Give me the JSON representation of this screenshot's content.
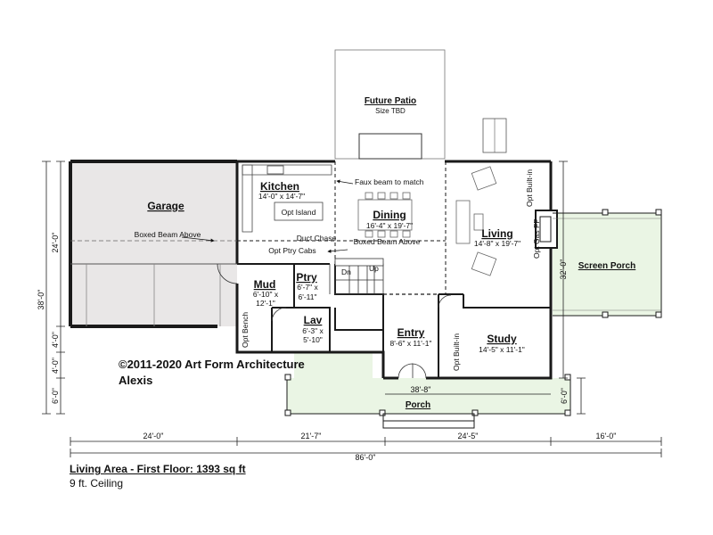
{
  "copyright": "©2011-2020 Art Form Architecture",
  "plan_name": "Alexis",
  "footer": {
    "area_title": "Living Area - First Floor: 1393 sq ft",
    "ceiling": "9 ft. Ceiling"
  },
  "rooms": {
    "garage": "Garage",
    "kitchen": {
      "name": "Kitchen",
      "dims": "14'-0\" x 14'-7\""
    },
    "dining": {
      "name": "Dining",
      "dims": "16'-4\" x 19'-7\""
    },
    "living": {
      "name": "Living",
      "dims": "14'-8\" x 19'-7\""
    },
    "mud": {
      "name": "Mud",
      "dims1": "6'-10\" x",
      "dims2": "12'-1\""
    },
    "pantry": {
      "name": "Ptry",
      "dims1": "6'-7\" x",
      "dims2": "6'-11\""
    },
    "lav": {
      "name": "Lav",
      "dims1": "6'-3\" x",
      "dims2": "5'-10\""
    },
    "entry": {
      "name": "Entry",
      "dims": "8'-6\" x 11'-1\""
    },
    "study": {
      "name": "Study",
      "dims": "14'-5\" x 11'-1\""
    },
    "screen_porch": "Screen Porch",
    "porch": "Porch",
    "future_patio": {
      "name": "Future Patio",
      "note": "Size TBD"
    }
  },
  "notes": {
    "faux_beam": "Faux beam to match",
    "boxed_beam_garage": "Boxed Beam Above",
    "boxed_beam_living": "Boxed Beam Above",
    "opt_island": "Opt Island",
    "duct_chase": "Duct Chase",
    "opt_ptry_cabs": "Opt Ptry Cabs",
    "opt_built_in_living": "Opt Built-in",
    "opt_gas_fp": "Opt Gas FP",
    "opt_built_in_study": "Opt Built-in",
    "opt_bench": "Opt Bench",
    "stair_dn": "Dn",
    "stair_up": "Up"
  },
  "dimensions": {
    "bottom_segments": [
      "24'-0\"",
      "21'-7\"",
      "24'-5\"",
      "16'-0\""
    ],
    "overall": "86'-0\"",
    "porch_width": "38'-8\"",
    "left_38": "38'-0\"",
    "left_24": "24'-0\"",
    "left_4a": "4'-0\"",
    "left_4b": "4'-0\"",
    "left_6": "6'-0\"",
    "right_32": "32'-0\"",
    "right_6": "6'-0\""
  },
  "colors": {
    "garage_fill": "#e9e7e7",
    "porch_fill": "#eaf5e4",
    "wall": "#1a1a1a"
  }
}
